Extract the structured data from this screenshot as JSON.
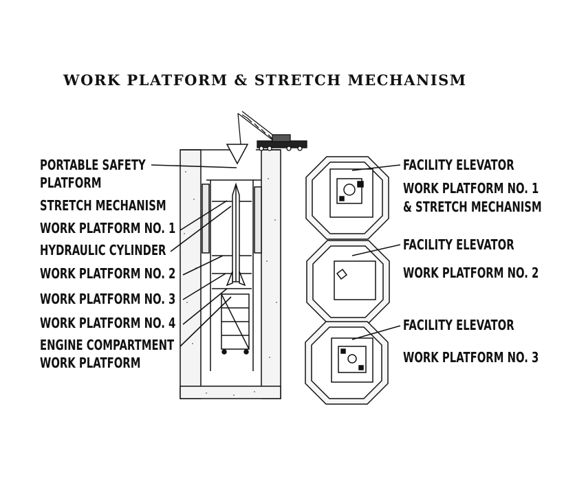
{
  "title": "WORK PLATFORM & STRETCH MECHANISM",
  "left_labels": [
    "PORTABLE SAFETY",
    "PLATFORM",
    "STRETCH MECHANISM",
    "WORK PLATFORM NO. 1",
    "HYDRAULIC CYLINDER",
    "WORK PLATFORM NO. 2",
    "WORK PLATFORM NO. 3",
    "WORK PLATFORM NO. 4",
    "ENGINE COMPARTMENT",
    "WORK PLATFORM"
  ],
  "plan_views": [
    {
      "elevator": "FACILITY ELEVATOR",
      "line1": "WORK PLATFORM NO. 1",
      "line2": "& STRETCH MECHANISM"
    },
    {
      "elevator": "FACILITY ELEVATOR",
      "line1": "WORK PLATFORM NO. 2"
    },
    {
      "elevator": "FACILITY ELEVATOR",
      "line1": "WORK PLATFORM NO. 3"
    }
  ]
}
